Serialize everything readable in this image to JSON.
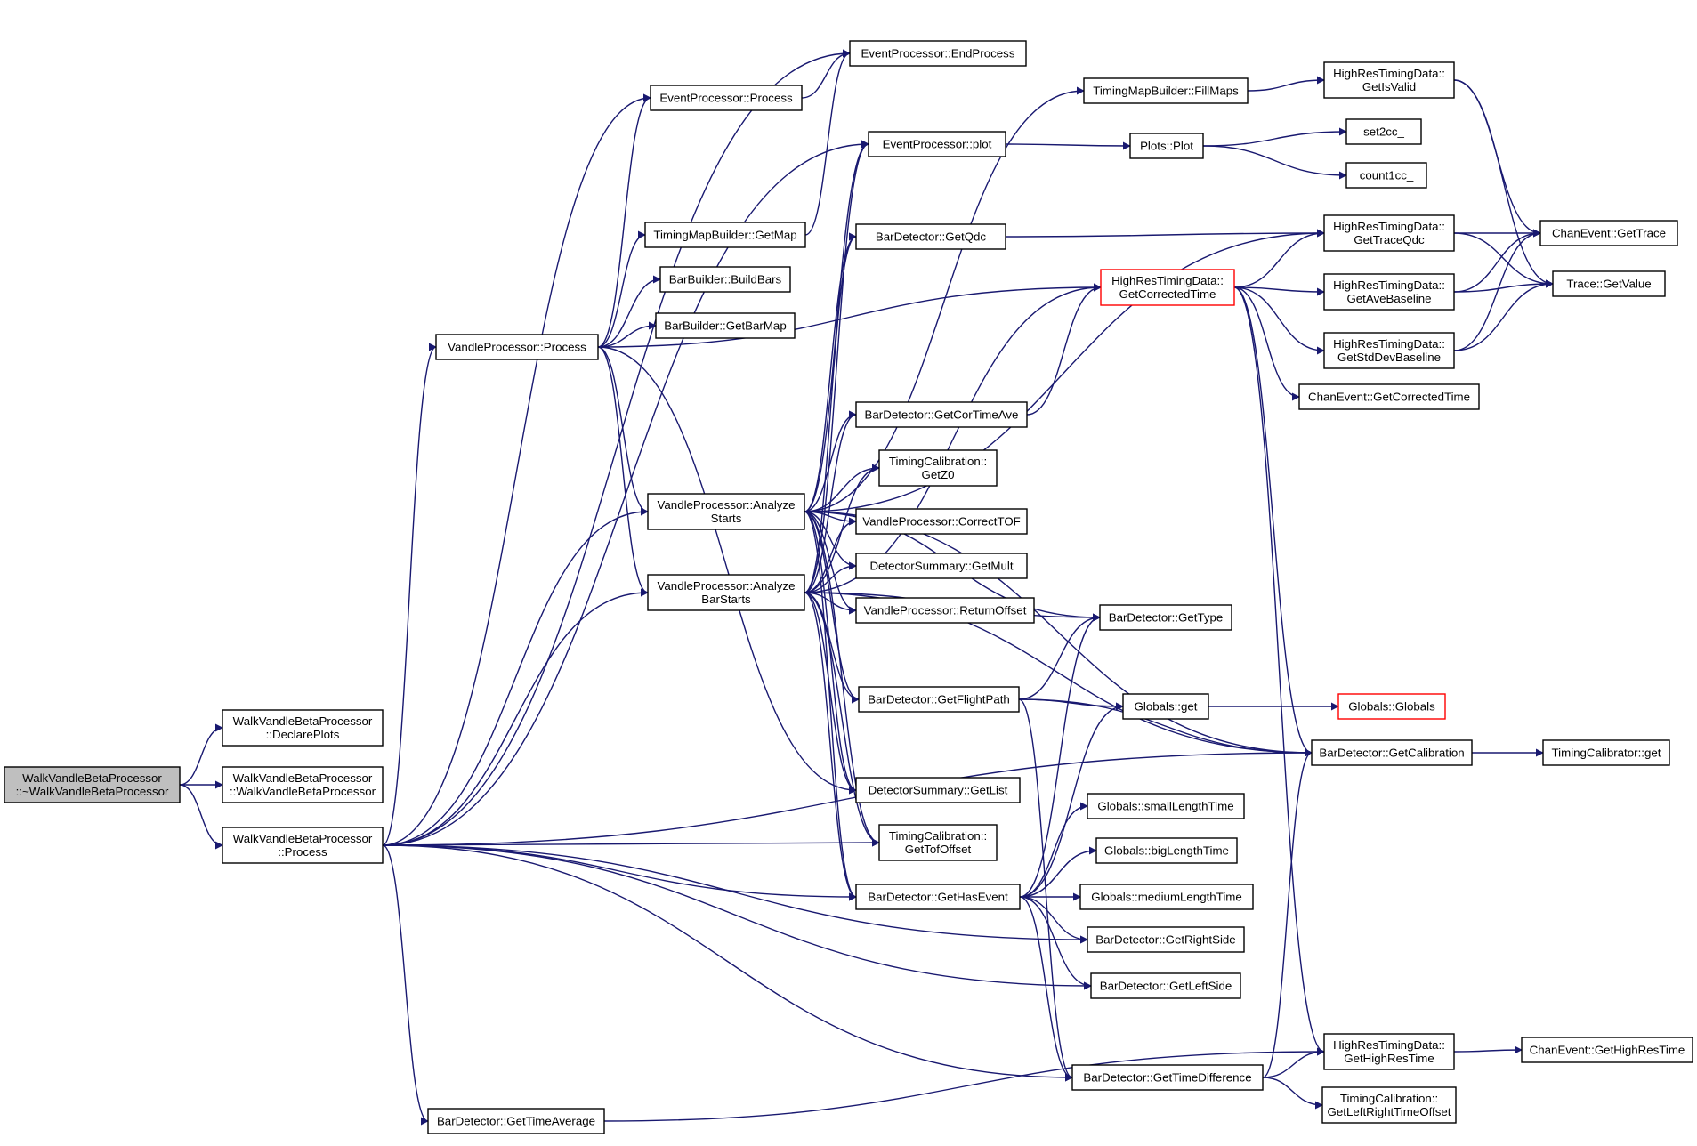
{
  "colors": {
    "edge": "#191970",
    "root_fill": "#bfbfbf",
    "highlight_border": "#ff0000"
  },
  "nodes": [
    {
      "id": "root",
      "lines": [
        "WalkVandleBetaProcessor",
        "::~WalkVandleBetaProcessor"
      ],
      "style": "root"
    },
    {
      "id": "wv_declare",
      "lines": [
        "WalkVandleBetaProcessor",
        "::DeclarePlots"
      ]
    },
    {
      "id": "wv_ctor",
      "lines": [
        "WalkVandleBetaProcessor",
        "::WalkVandleBetaProcessor"
      ]
    },
    {
      "id": "wv_process",
      "lines": [
        "WalkVandleBetaProcessor",
        "::Process"
      ]
    },
    {
      "id": "vp_process",
      "lines": [
        "VandleProcessor::Process"
      ]
    },
    {
      "id": "vp_analyze",
      "lines": [
        "VandleProcessor::Analyze",
        "Starts"
      ]
    },
    {
      "id": "vp_analyze_bar",
      "lines": [
        "VandleProcessor::Analyze",
        "BarStarts"
      ]
    },
    {
      "id": "bd_timeavg",
      "lines": [
        "BarDetector::GetTimeAverage"
      ]
    },
    {
      "id": "ep_process",
      "lines": [
        "EventProcessor::Process"
      ]
    },
    {
      "id": "ep_end",
      "lines": [
        "EventProcessor::EndProcess"
      ]
    },
    {
      "id": "ep_plot",
      "lines": [
        "EventProcessor::plot"
      ]
    },
    {
      "id": "tmb_getmap",
      "lines": [
        "TimingMapBuilder::GetMap"
      ]
    },
    {
      "id": "bb_build",
      "lines": [
        "BarBuilder::BuildBars"
      ]
    },
    {
      "id": "bb_getbar",
      "lines": [
        "BarBuilder::GetBarMap"
      ]
    },
    {
      "id": "bd_qdc",
      "lines": [
        "BarDetector::GetQdc"
      ]
    },
    {
      "id": "bd_cortime",
      "lines": [
        "BarDetector::GetCorTimeAve"
      ]
    },
    {
      "id": "tc_z0",
      "lines": [
        "TimingCalibration::",
        "GetZ0"
      ]
    },
    {
      "id": "vp_correct",
      "lines": [
        "VandleProcessor::CorrectTOF"
      ]
    },
    {
      "id": "ds_mult",
      "lines": [
        "DetectorSummary::GetMult"
      ]
    },
    {
      "id": "vp_retoff",
      "lines": [
        "VandleProcessor::ReturnOffset"
      ]
    },
    {
      "id": "bd_flight",
      "lines": [
        "BarDetector::GetFlightPath"
      ]
    },
    {
      "id": "ds_list",
      "lines": [
        "DetectorSummary::GetList"
      ]
    },
    {
      "id": "tc_tof",
      "lines": [
        "TimingCalibration::",
        "GetTofOffset"
      ]
    },
    {
      "id": "bd_hasevent",
      "lines": [
        "BarDetector::GetHasEvent"
      ]
    },
    {
      "id": "tmb_fill",
      "lines": [
        "TimingMapBuilder::FillMaps"
      ]
    },
    {
      "id": "plots_plot",
      "lines": [
        "Plots::Plot"
      ]
    },
    {
      "id": "hr_corrected",
      "lines": [
        "HighResTimingData::",
        "GetCorrectedTime"
      ],
      "style": "red"
    },
    {
      "id": "bd_type",
      "lines": [
        "BarDetector::GetType"
      ]
    },
    {
      "id": "g_get",
      "lines": [
        "Globals::get"
      ]
    },
    {
      "id": "g_small",
      "lines": [
        "Globals::smallLengthTime"
      ]
    },
    {
      "id": "g_big",
      "lines": [
        "Globals::bigLengthTime"
      ]
    },
    {
      "id": "g_medium",
      "lines": [
        "Globals::mediumLengthTime"
      ]
    },
    {
      "id": "bd_right",
      "lines": [
        "BarDetector::GetRightSide"
      ]
    },
    {
      "id": "bd_left",
      "lines": [
        "BarDetector::GetLeftSide"
      ]
    },
    {
      "id": "bd_timediff",
      "lines": [
        "BarDetector::GetTimeDifference"
      ]
    },
    {
      "id": "hr_isvalid",
      "lines": [
        "HighResTimingData::",
        "GetIsValid"
      ]
    },
    {
      "id": "set2cc",
      "lines": [
        "set2cc_"
      ]
    },
    {
      "id": "count1cc",
      "lines": [
        "count1cc_"
      ]
    },
    {
      "id": "hr_traceqdc",
      "lines": [
        "HighResTimingData::",
        "GetTraceQdc"
      ]
    },
    {
      "id": "hr_avebase",
      "lines": [
        "HighResTimingData::",
        "GetAveBaseline"
      ]
    },
    {
      "id": "hr_stddev",
      "lines": [
        "HighResTimingData::",
        "GetStdDevBaseline"
      ]
    },
    {
      "id": "ce_cortime",
      "lines": [
        "ChanEvent::GetCorrectedTime"
      ]
    },
    {
      "id": "g_globals",
      "lines": [
        "Globals::Globals"
      ],
      "style": "red"
    },
    {
      "id": "bd_calib",
      "lines": [
        "BarDetector::GetCalibration"
      ]
    },
    {
      "id": "hr_highres",
      "lines": [
        "HighResTimingData::",
        "GetHighResTime"
      ]
    },
    {
      "id": "tc_lroff",
      "lines": [
        "TimingCalibration::",
        "GetLeftRightTimeOffset"
      ]
    },
    {
      "id": "ce_gettrace",
      "lines": [
        "ChanEvent::GetTrace"
      ]
    },
    {
      "id": "trace_getvalue",
      "lines": [
        "Trace::GetValue"
      ]
    },
    {
      "id": "tcal_get",
      "lines": [
        "TimingCalibrator::get"
      ]
    },
    {
      "id": "ce_highres",
      "lines": [
        "ChanEvent::GetHighResTime"
      ]
    }
  ]
}
